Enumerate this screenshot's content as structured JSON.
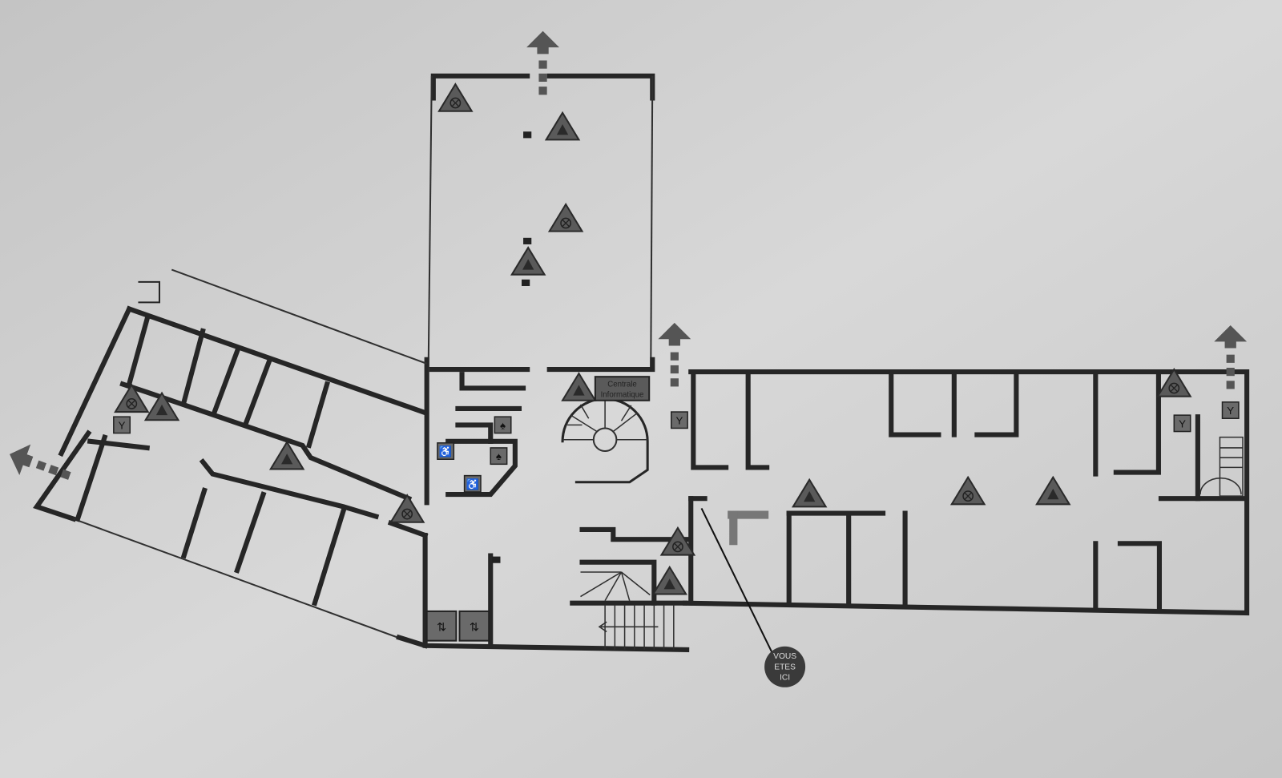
{
  "plan": {
    "server_room_label_line1": "Centrale",
    "server_room_label_line2": "Informatique",
    "you_are_here_line1": "VOUS",
    "you_are_here_line2": "ETES",
    "you_are_here_line3": "ICI"
  },
  "colors": {
    "background": "#cfcfcf",
    "wall": "#262626",
    "symbol": "#5a5a5a",
    "marker": "#3a3a3a"
  },
  "icons": [
    "exit-arrow-icon",
    "fire-extinguisher-icon",
    "alarm-trigger-icon",
    "elevator-icon",
    "wheelchair-icon",
    "restroom-icon",
    "fire-hose-icon",
    "spiral-staircase-icon"
  ]
}
